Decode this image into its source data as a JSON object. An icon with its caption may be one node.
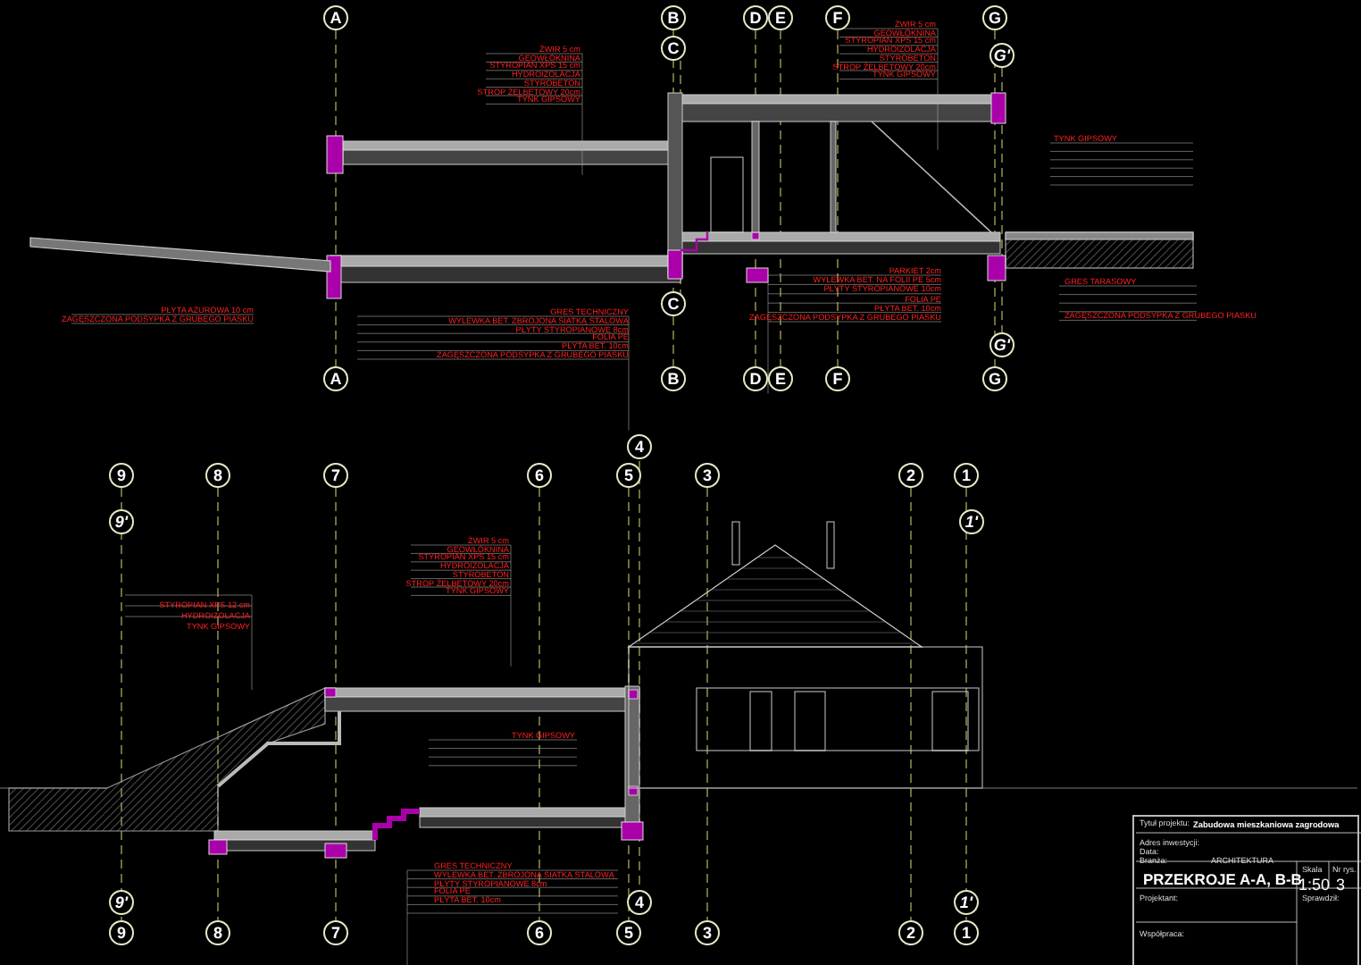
{
  "diagram": {
    "title": "PRZEKROJE A-A, B-B",
    "labels": [
      "A",
      "B",
      "D",
      "E",
      "F",
      "G",
      "C",
      "G'",
      "ŻWIR 5 cm",
      "GEOWŁÓKNINA",
      "STYROPIAN XPS 15 cm",
      "HYDROIZOLACJA",
      "STYROBETON",
      "STROP ŻELBETOWY 20cm",
      "TYNK GIPSOWY",
      "ŻWIR 5 cm",
      "GEOWŁÓKNINA",
      "STYROPIAN XPS 15 cm",
      "HYDROIZOLACJA",
      "STYROBETON",
      "STROP ŻELBETOWY 20cm",
      "TYNK GIPSOWY",
      "TYNK GIPSOWY",
      "PŁYTA AŻUROWA 10 cm",
      "ZAGĘSZCZONA PODSYPKA Z GRUBEGO PIASKU",
      "GRES TECHNICZNY",
      "WYLEWKA BET. ZBROJONA SIATKĄ STALOWĄ",
      "PŁYTY STYROPIANOWE 8cm",
      "FOLIA PE",
      "PŁYTA BET. 10cm",
      "ZAGĘSZCZONA PODSYPKA Z GRUBEGO PIASKU",
      "PARKIET 2cm",
      "WYLEWKA BET. NA FOLII PE 5cm",
      "PŁYTY STYROPIANOWE 10cm",
      "FOLIA PE",
      "PŁYTA BET. 10cm",
      "ZAGĘSZCZONA PODSYPKA Z GRUBEGO PIASKU",
      "GRES TARASOWY",
      "ZAGĘSZCZONA PODSYPKA Z GRUBEGO PIASKU",
      "C",
      "G'",
      "A",
      "B",
      "D",
      "E",
      "F",
      "G",
      "4",
      "9",
      "8",
      "7",
      "6",
      "5",
      "3",
      "2",
      "1",
      "9'",
      "1'",
      "ŻWIR 5 cm",
      "GEOWŁÓKNINA",
      "STYROPIAN XPS 15 cm",
      "HYDROIZOLACJA",
      "STYROBETON",
      "STROP ŻELBETOWY 20cm",
      "TYNK GIPSOWY",
      "STYROPIAN XPS 12 cm",
      "HYDROIZOLACJA",
      "TYNK GIPSOWY",
      "TYNK GIPSOWY",
      "GRES TECHNICZNY",
      "WYLEWKA BET. ZBROJONA SIATKĄ STALOWĄ",
      "PŁYTY STYROPIANOWE 8cm",
      "FOLIA PE",
      "PŁYTA BET. 10cm",
      "9'",
      "4",
      "1'",
      "9",
      "8",
      "7",
      "6",
      "5",
      "3",
      "2",
      "1",
      "Tytuł projektu:",
      "Zabudowa mieszkaniowa zagrodowa",
      "Adres inwestycji:",
      "Data:",
      "Branża:",
      "ARCHITEKTURA",
      "Skala",
      "Nr rys.",
      "1:50",
      "3",
      "Projektant:",
      "Sprawdził:",
      "Współpraca:"
    ]
  }
}
